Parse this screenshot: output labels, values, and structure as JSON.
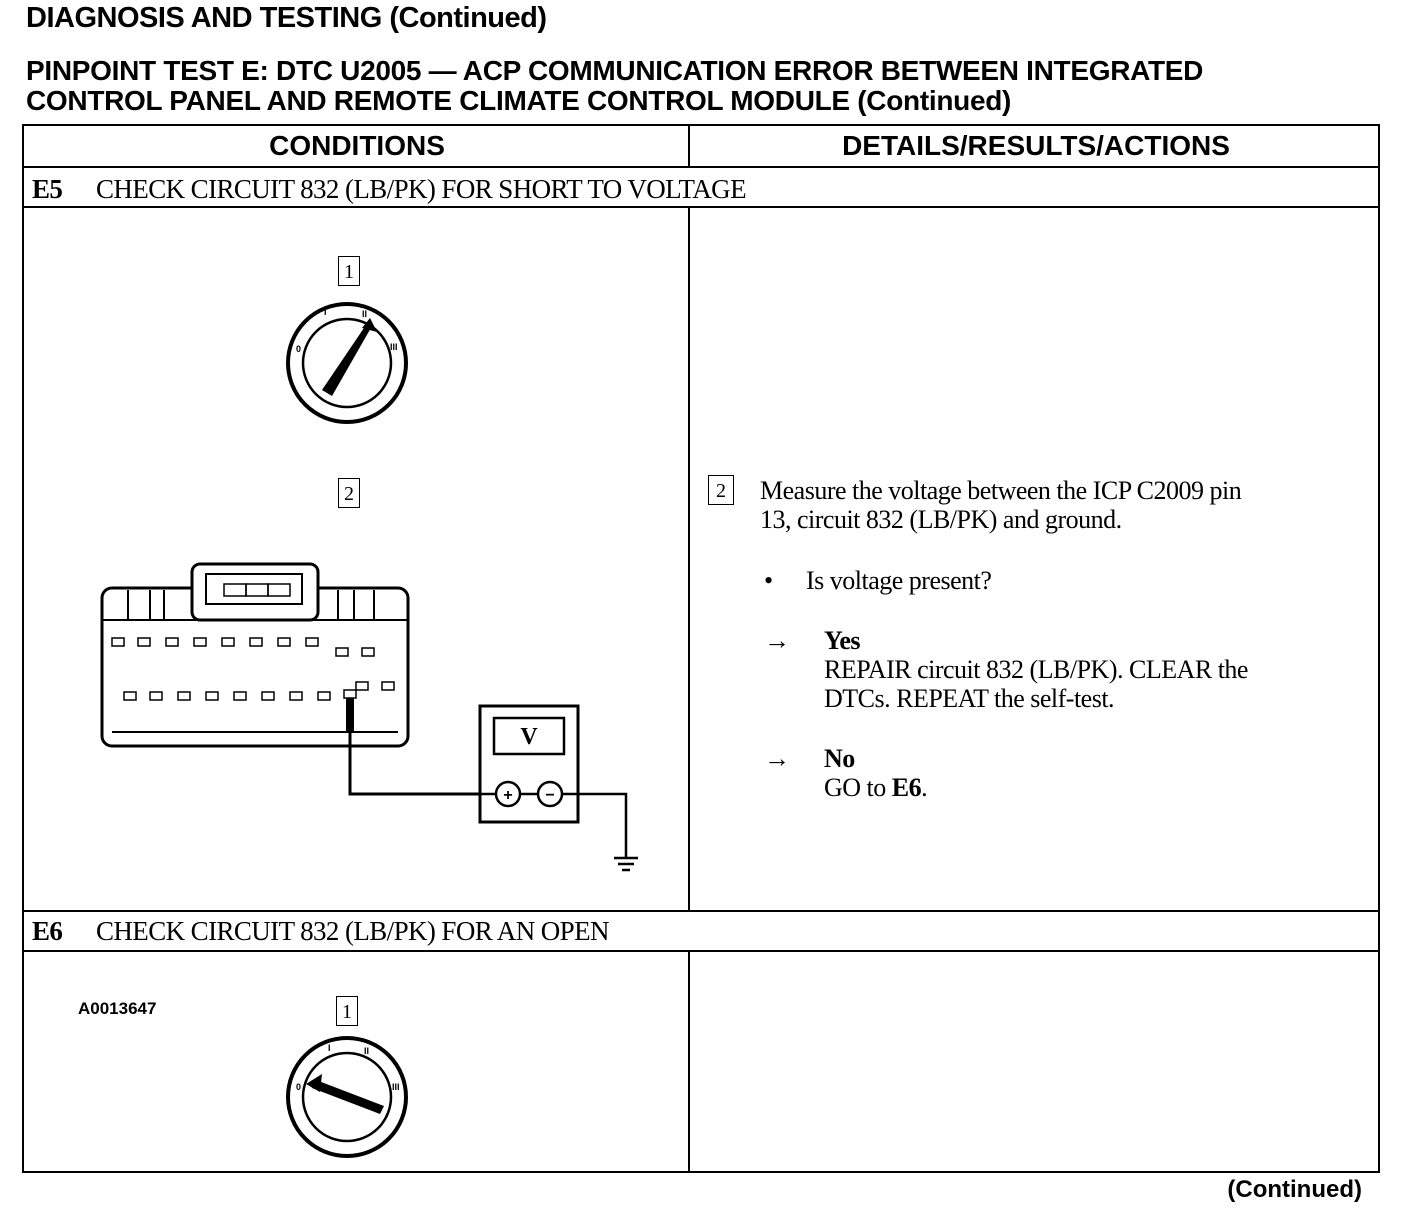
{
  "header": {
    "title": "DIAGNOSIS AND TESTING (Continued)",
    "test_title_line1": "PINPOINT TEST E: DTC U2005 — ACP COMMUNICATION ERROR BETWEEN INTEGRATED",
    "test_title_line2": "CONTROL PANEL AND REMOTE CLIMATE CONTROL MODULE (Continued)"
  },
  "table": {
    "col_conditions": "CONDITIONS",
    "col_actions": "DETAILS/RESULTS/ACTIONS",
    "steps": [
      {
        "id": "E5",
        "title": "CHECK CIRCUIT 832 (LB/PK) FOR SHORT TO VOLTAGE",
        "figure_callouts": [
          "1",
          "2"
        ],
        "figure_id": "A0013647",
        "meter_display": "V",
        "meter_plus": "+",
        "meter_minus": "−",
        "key_positions": [
          "0",
          "I",
          "II",
          "III"
        ],
        "action": {
          "callout": "2",
          "line1": "Measure the voltage between the ICP C2009 pin",
          "line2": "13, circuit 832 (LB/PK) and ground.",
          "question_bullet": "•",
          "question": "Is voltage present?",
          "arrow": "→",
          "yes_label": "Yes",
          "yes_line1": "REPAIR circuit 832 (LB/PK). CLEAR the",
          "yes_line2": "DTCs. REPEAT the self-test.",
          "no_label": "No",
          "no_text_prefix": "GO to ",
          "no_text_target": "E6",
          "no_text_suffix": "."
        }
      },
      {
        "id": "E6",
        "title": "CHECK CIRCUIT 832 (LB/PK) FOR AN OPEN",
        "figure_callouts": [
          "1"
        ]
      }
    ]
  },
  "footer": {
    "continued": "(Continued)"
  }
}
